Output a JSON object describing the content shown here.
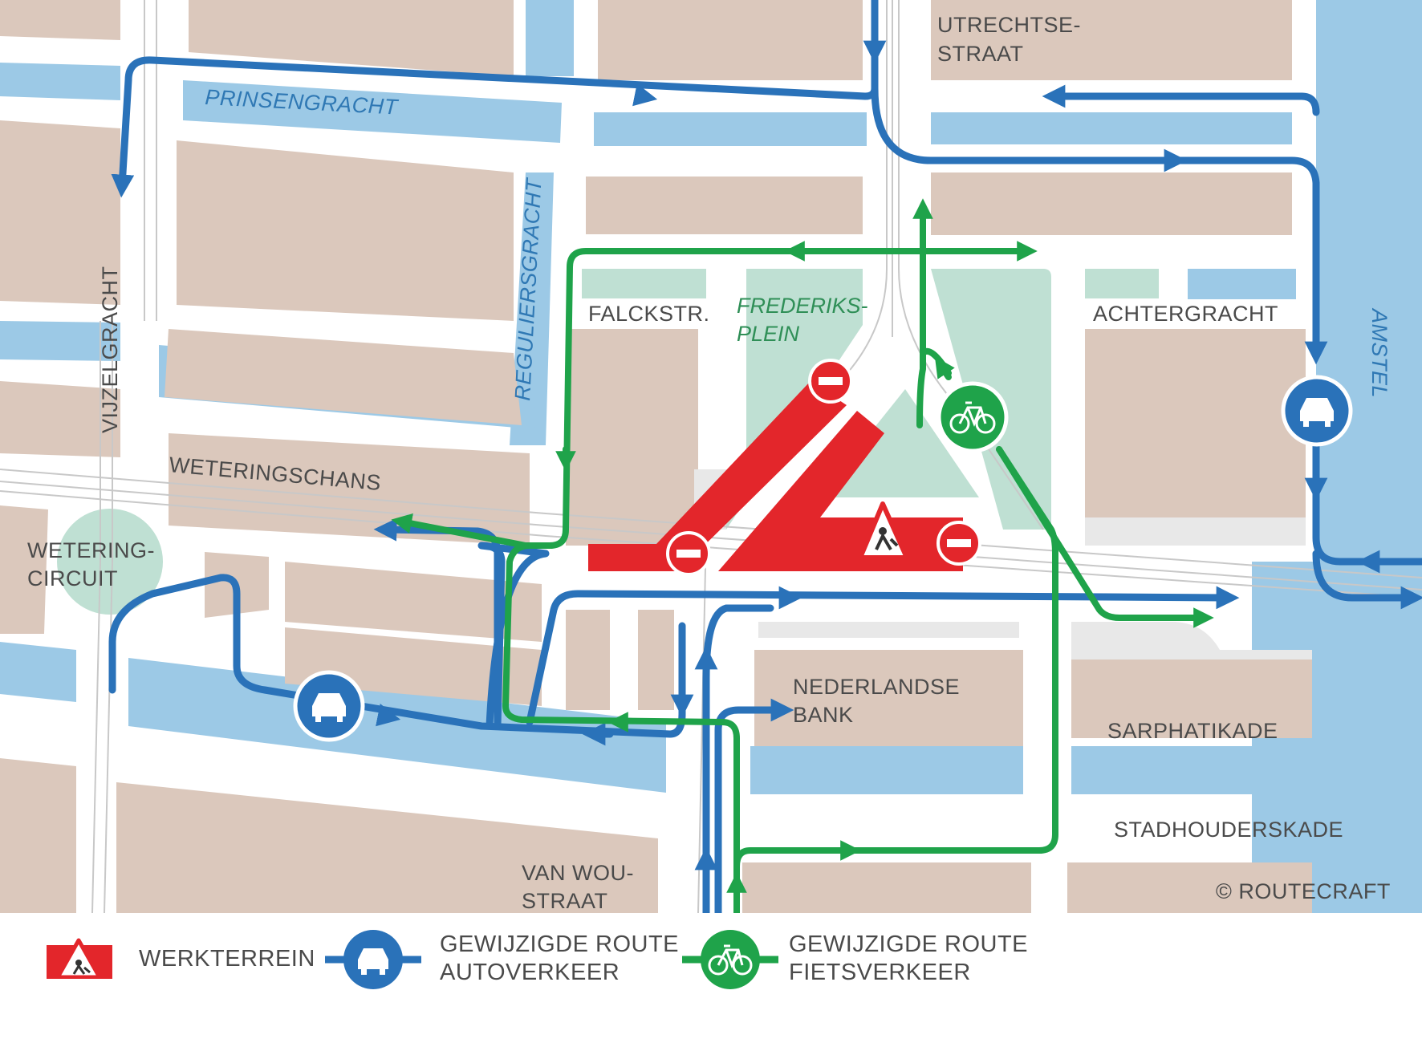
{
  "labels": {
    "utrechtsestraat_1": "UTRECHTSE-",
    "utrechtsestraat_2": "STRAAT",
    "prinsengracht": "PRINSENGRACHT",
    "reguliersgracht": "REGULIERSGRACHT",
    "vijzelgracht": "VIJZELGRACHT",
    "falckstr": "FALCKSTR.",
    "frederiksplein_1": "FREDERIKS-",
    "frederiksplein_2": "PLEIN",
    "achtergracht": "ACHTERGRACHT",
    "amstel": "AMSTEL",
    "weteringschans": "WETERINGSCHANS",
    "weteringcircuit_1": "WETERING-",
    "weteringcircuit_2": "CIRCUIT",
    "nederlandse_bank_1": "NEDERLANDSE",
    "nederlandse_bank_2": "BANK",
    "sarphatikade": "SARPHATIKADE",
    "stadhouderskade": "STADHOUDERSKADE",
    "vanwou_1": "VAN WOU-",
    "vanwou_2": "STRAAT",
    "copyright": "© ROUTECRAFT"
  },
  "legend": {
    "werkterrein": "WERKTERREIN",
    "auto_line1": "GEWIJZIGDE ROUTE",
    "auto_line2": "AUTOVERKEER",
    "fiets_line1": "GEWIJZIGDE ROUTE",
    "fiets_line2": "FIETSVERKEER"
  },
  "colors": {
    "building": "#dbc8bc",
    "water": "#9cc9e6",
    "park": "#bfe0d3",
    "road": "#ffffff",
    "car_route": "#2a72b9",
    "bike_route": "#1fa34a",
    "closure": "#e3262b"
  },
  "icons": [
    "no-entry-icon",
    "roadworks-icon",
    "car-icon",
    "bicycle-icon",
    "arrow-icon"
  ]
}
